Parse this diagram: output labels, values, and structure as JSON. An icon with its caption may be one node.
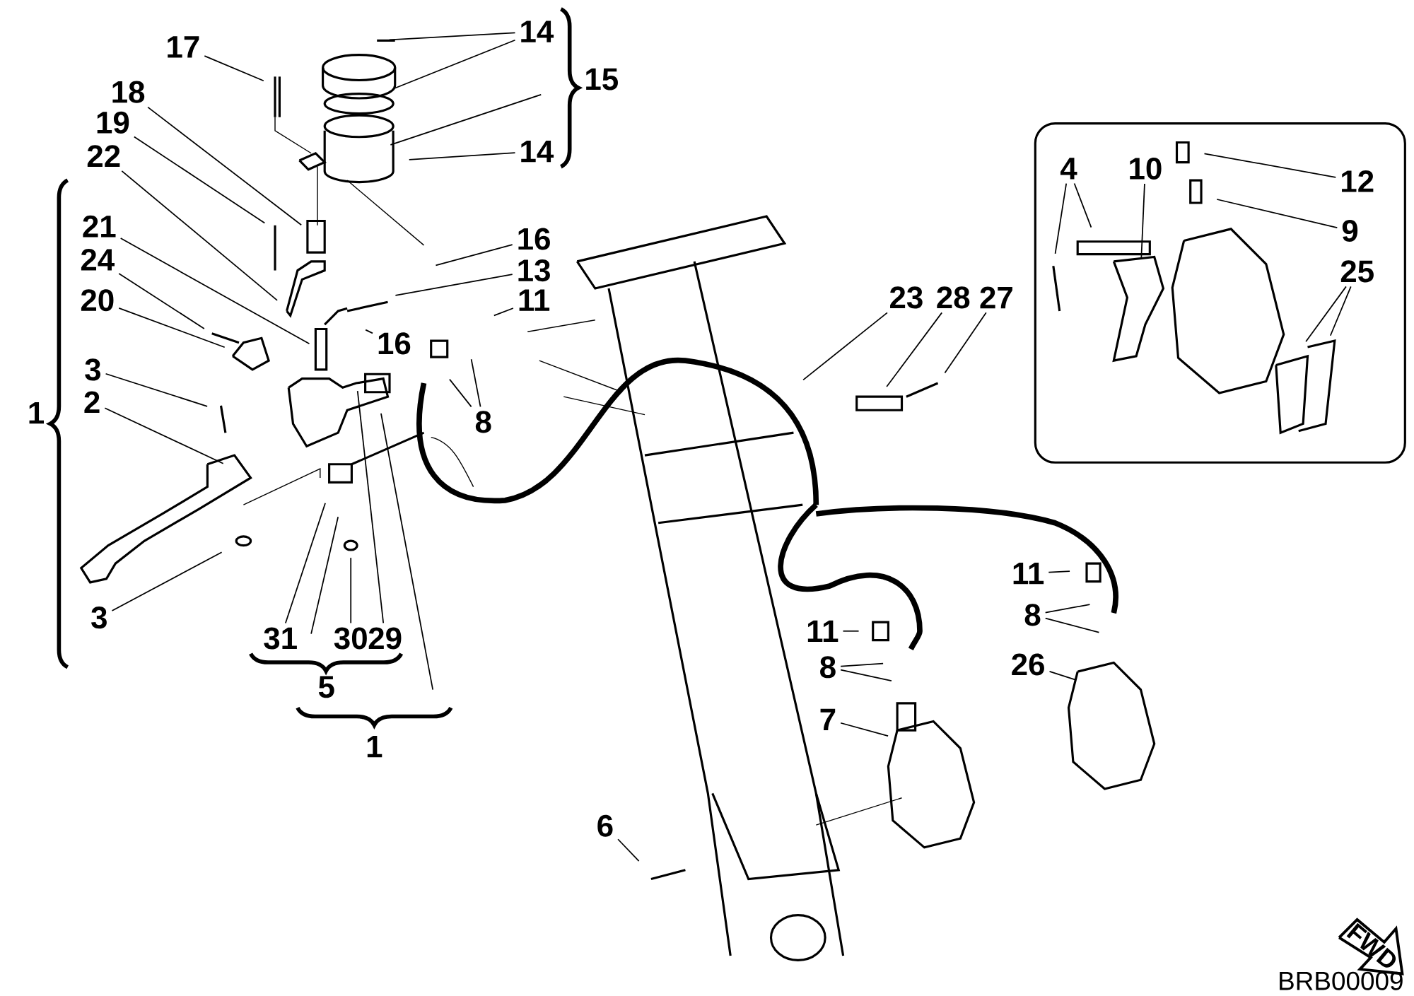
{
  "diagram": {
    "nodes": [
      {
        "text": [],
        "shape": "box"
      },
      {
        "text": [
          "17"
        ]
      },
      {
        "text": [
          "14"
        ]
      },
      {
        "text": [
          "14"
        ]
      },
      {
        "text": [
          "15"
        ]
      },
      {
        "text": [
          "18"
        ]
      },
      {
        "text": [
          "19"
        ]
      },
      {
        "text": [
          "22"
        ]
      },
      {
        "text": [
          "21"
        ]
      },
      {
        "text": [
          "24"
        ]
      },
      {
        "text": [
          "20"
        ]
      },
      {
        "text": [
          "3"
        ]
      },
      {
        "text": [
          "2"
        ]
      },
      {
        "text": [
          "3"
        ]
      },
      {
        "text": [
          "16"
        ]
      },
      {
        "text": [
          "13"
        ]
      },
      {
        "text": [
          "11"
        ]
      },
      {
        "text": [
          "16"
        ]
      },
      {
        "text": [
          "8"
        ]
      },
      {
        "text": [
          "31"
        ]
      },
      {
        "text": [
          "30"
        ]
      },
      {
        "text": [
          "29"
        ]
      },
      {
        "text": [
          "1"
        ]
      },
      {
        "text": [
          "23"
        ]
      },
      {
        "text": [
          "28"
        ]
      },
      {
        "text": [
          "27"
        ]
      },
      {
        "text": [
          "4"
        ],
        "in": 0
      },
      {
        "text": [
          "10"
        ],
        "in": 0
      },
      {
        "text": [
          "12"
        ],
        "in": 0
      },
      {
        "text": [
          "9"
        ],
        "in": 0
      },
      {
        "text": [
          "25"
        ],
        "in": 0
      },
      {
        "text": [
          "11"
        ]
      },
      {
        "text": [
          "8"
        ]
      },
      {
        "text": [
          "26"
        ]
      },
      {
        "text": [
          "11"
        ]
      },
      {
        "text": [
          "8"
        ]
      },
      {
        "text": [
          "7"
        ]
      },
      {
        "text": [
          "6"
        ]
      }
    ],
    "edges": [
      {
        "from": 1,
        "to": null,
        "arrow": "none"
      },
      {
        "from": 2,
        "to": null,
        "arrow": "none"
      },
      {
        "from": 2,
        "to": null,
        "arrow": "none"
      },
      {
        "from": 3,
        "to": null,
        "arrow": "none"
      },
      {
        "from": 4,
        "to": null,
        "arrow": "none"
      },
      {
        "from": 5,
        "to": null,
        "arrow": "none"
      },
      {
        "from": 6,
        "to": null,
        "arrow": "none"
      },
      {
        "from": 7,
        "to": null,
        "arrow": "none"
      },
      {
        "from": 8,
        "to": null,
        "arrow": "none"
      },
      {
        "from": 9,
        "to": null,
        "arrow": "none"
      },
      {
        "from": 10,
        "to": null,
        "arrow": "none"
      },
      {
        "from": 11,
        "to": null,
        "arrow": "none"
      },
      {
        "from": 12,
        "to": null,
        "arrow": "none"
      },
      {
        "from": 13,
        "to": null,
        "arrow": "none"
      },
      {
        "from": 14,
        "to": null,
        "arrow": "none"
      },
      {
        "from": 15,
        "to": null,
        "arrow": "none"
      },
      {
        "from": 16,
        "to": null,
        "arrow": "none"
      },
      {
        "from": 17,
        "to": null,
        "arrow": "none"
      },
      {
        "from": 18,
        "to": null,
        "arrow": "none"
      },
      {
        "from": 18,
        "to": null,
        "arrow": "none"
      },
      {
        "from": 19,
        "to": null,
        "arrow": "none"
      },
      {
        "from": 19,
        "to": null,
        "arrow": "none"
      },
      {
        "from": 20,
        "to": null,
        "arrow": "none"
      },
      {
        "from": 21,
        "to": null,
        "arrow": "none"
      },
      {
        "from": 22,
        "to": null,
        "arrow": "none"
      },
      {
        "from": 23,
        "to": null,
        "arrow": "none"
      },
      {
        "from": 24,
        "to": null,
        "arrow": "none"
      },
      {
        "from": 25,
        "to": null,
        "arrow": "none"
      },
      {
        "from": 26,
        "to": null,
        "arrow": "none"
      },
      {
        "from": 26,
        "to": null,
        "arrow": "none"
      },
      {
        "from": 27,
        "to": null,
        "arrow": "none"
      },
      {
        "from": 28,
        "to": null,
        "arrow": "none"
      },
      {
        "from": 29,
        "to": null,
        "arrow": "none"
      },
      {
        "from": 30,
        "to": null,
        "arrow": "none"
      },
      {
        "from": 30,
        "to": null,
        "arrow": "none"
      },
      {
        "from": 31,
        "to": null,
        "arrow": "none"
      },
      {
        "from": 32,
        "to": null,
        "arrow": "none"
      },
      {
        "from": 32,
        "to": null,
        "arrow": "none"
      },
      {
        "from": 33,
        "to": null,
        "arrow": "none"
      },
      {
        "from": 34,
        "to": null,
        "arrow": "none"
      },
      {
        "from": 35,
        "to": null,
        "arrow": "none"
      },
      {
        "from": 35,
        "to": null,
        "arrow": "none"
      },
      {
        "from": 36,
        "to": null,
        "arrow": "none"
      },
      {
        "from": 37,
        "to": null,
        "arrow": "none"
      }
    ],
    "labels": [
      "1",
      "5",
      "FWD",
      "BRB00009"
    ]
  }
}
